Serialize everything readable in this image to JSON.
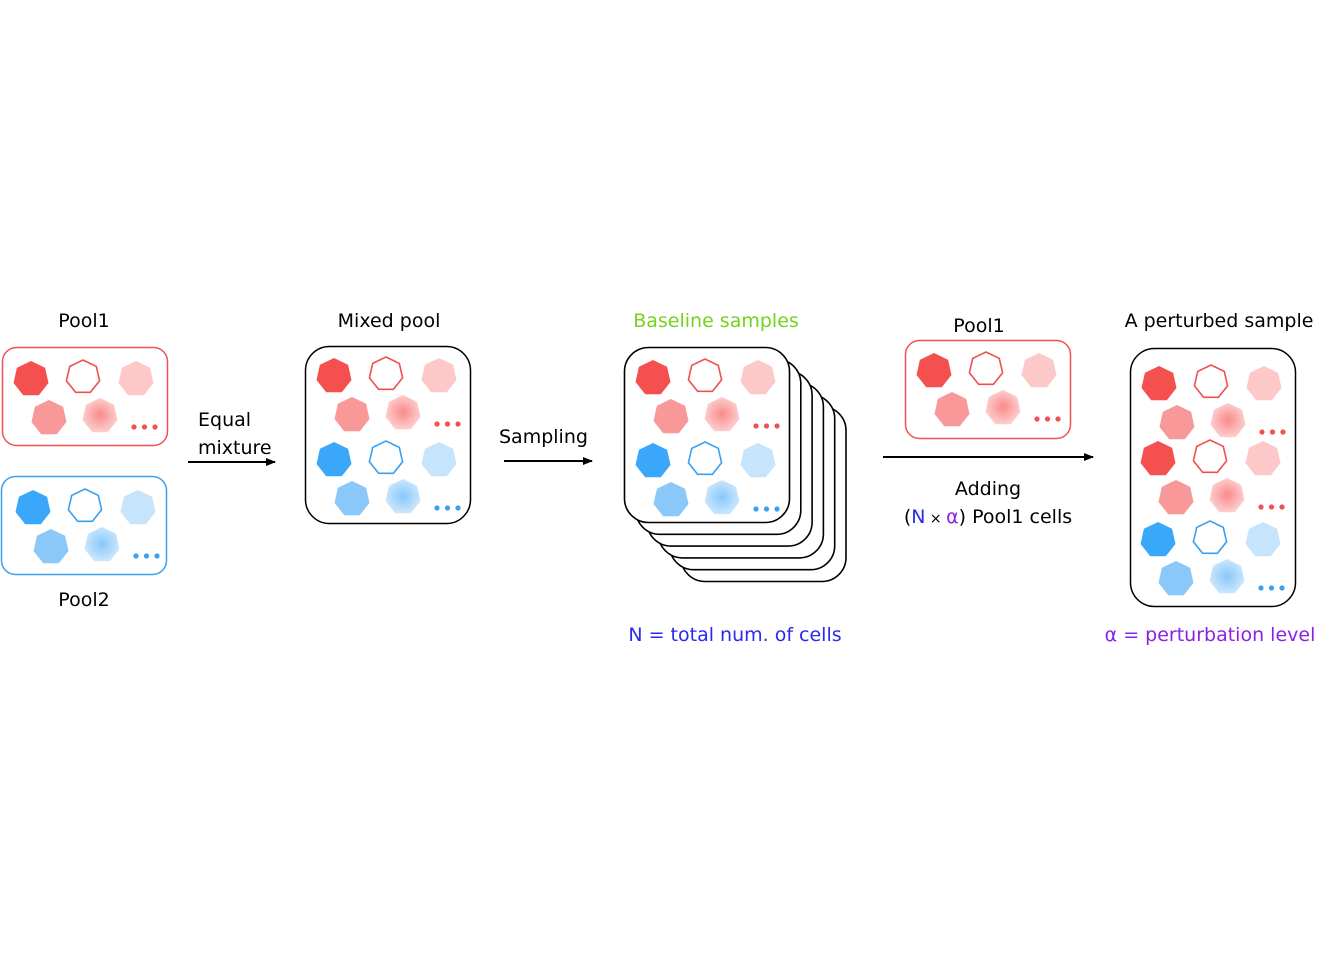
{
  "colors": {
    "pool1": "#f05050",
    "pool2": "#3aa0f0",
    "green": "#76d21e",
    "blue_text": "#2a2aee",
    "purple": "#8a22e6",
    "red_dark": "#f55050",
    "red_mid": "#f89898",
    "red_light": "#fcc8c8",
    "blue_dark": "#3aa7fa",
    "blue_mid": "#8ac8fa",
    "blue_light": "#c6e4fc"
  },
  "pool1_left": {
    "title": "Pool1"
  },
  "pool2_left": {
    "title": "Pool2"
  },
  "arrow1": {
    "line1": "Equal",
    "line2": "mixture"
  },
  "mixed": {
    "title": "Mixed pool"
  },
  "arrow2": {
    "label": "Sampling"
  },
  "baseline": {
    "title": "Baseline samples",
    "note": "N = total num. of cells",
    "stack_count": 6
  },
  "pool1_right": {
    "title": "Pool1"
  },
  "arrow3": {
    "line1": "Adding",
    "line2_open": "(",
    "line2_N": "N",
    "line2_times": " × ",
    "line2_alpha": "α",
    "line2_rest": ") Pool1 cells"
  },
  "perturbed": {
    "title": "A perturbed sample",
    "note": "α = perturbation level"
  },
  "ellipsis": "…"
}
